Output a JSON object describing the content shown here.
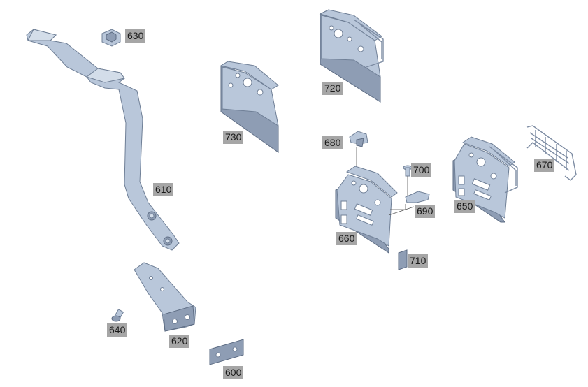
{
  "labels": {
    "l600": "600",
    "l610": "610",
    "l620": "620",
    "l630": "630",
    "l640": "640",
    "l650": "650",
    "l660": "660",
    "l670": "670",
    "l680": "680",
    "l690": "690",
    "l700": "700",
    "l710": "710",
    "l720": "720",
    "l730": "730"
  },
  "colors": {
    "part_fill": "#b9c7da",
    "part_stroke": "#6f7f96",
    "label_bg": "#a6a6a6"
  }
}
